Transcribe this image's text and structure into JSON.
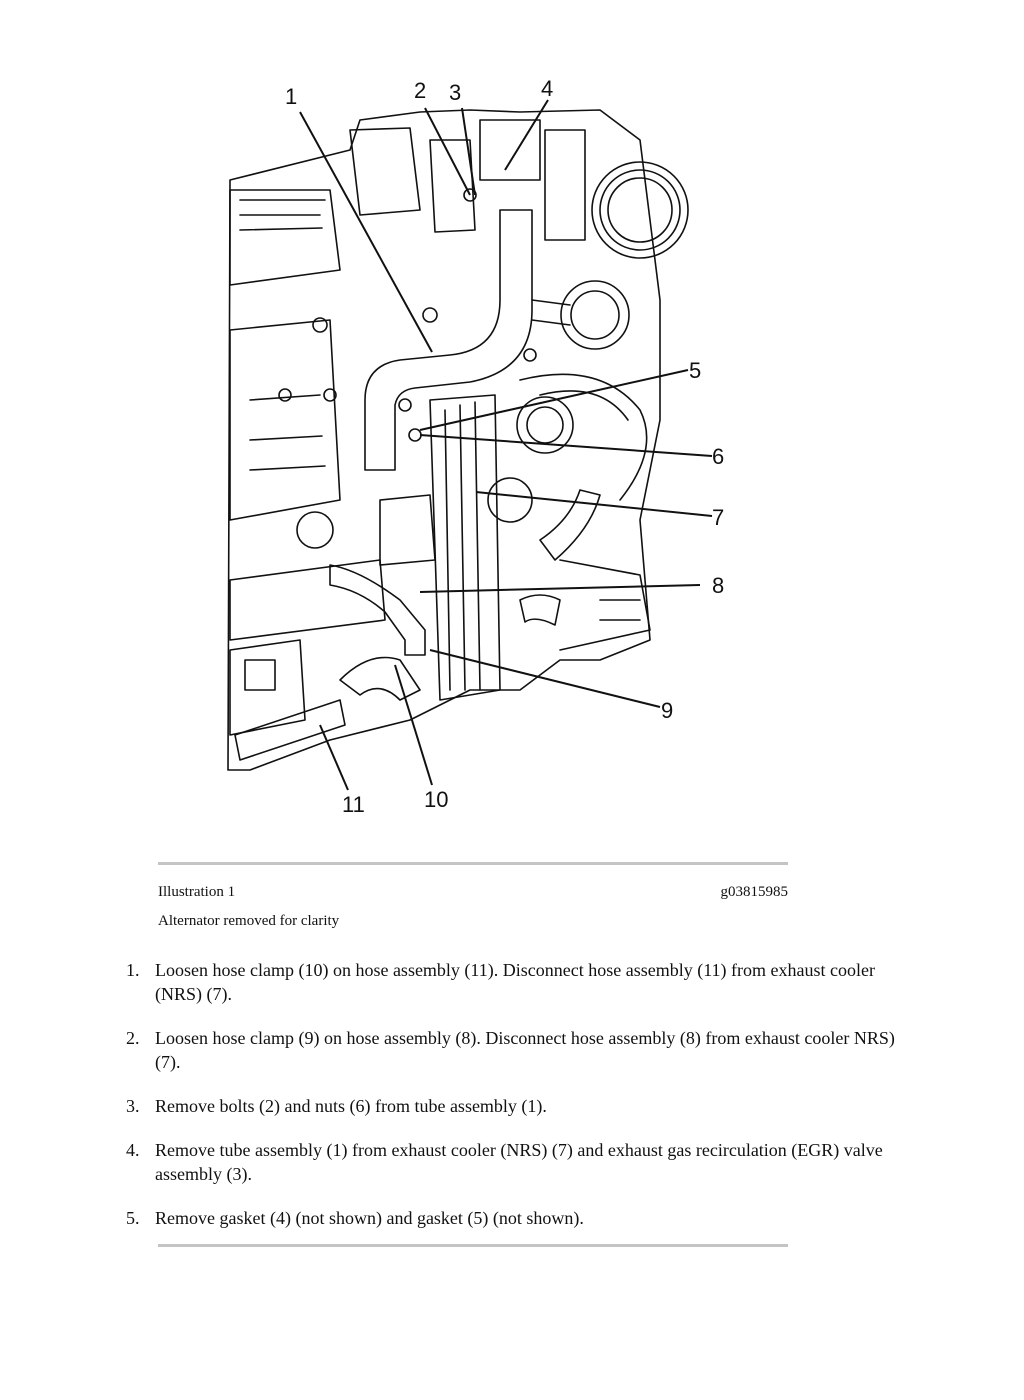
{
  "figure": {
    "callouts": [
      "1",
      "2",
      "3",
      "4",
      "5",
      "6",
      "7",
      "8",
      "9",
      "10",
      "11"
    ]
  },
  "caption": {
    "label": "Illustration 1",
    "id": "g03815985",
    "subtitle": "Alternator removed for clarity"
  },
  "steps": [
    {
      "num": "1.",
      "text": "Loosen hose clamp (10) on hose assembly (11). Disconnect hose assembly (11) from exhaust cooler (NRS) (7)."
    },
    {
      "num": "2.",
      "text": "Loosen hose clamp (9) on hose assembly (8). Disconnect hose assembly (8) from exhaust cooler NRS) (7)."
    },
    {
      "num": "3.",
      "text": "Remove bolts (2) and nuts (6) from tube assembly (1)."
    },
    {
      "num": "4.",
      "text": "Remove tube assembly (1) from exhaust cooler (NRS) (7) and exhaust gas recirculation (EGR) valve assembly (3)."
    },
    {
      "num": "5.",
      "text": "Remove gasket (4) (not shown) and gasket (5) (not shown)."
    }
  ]
}
